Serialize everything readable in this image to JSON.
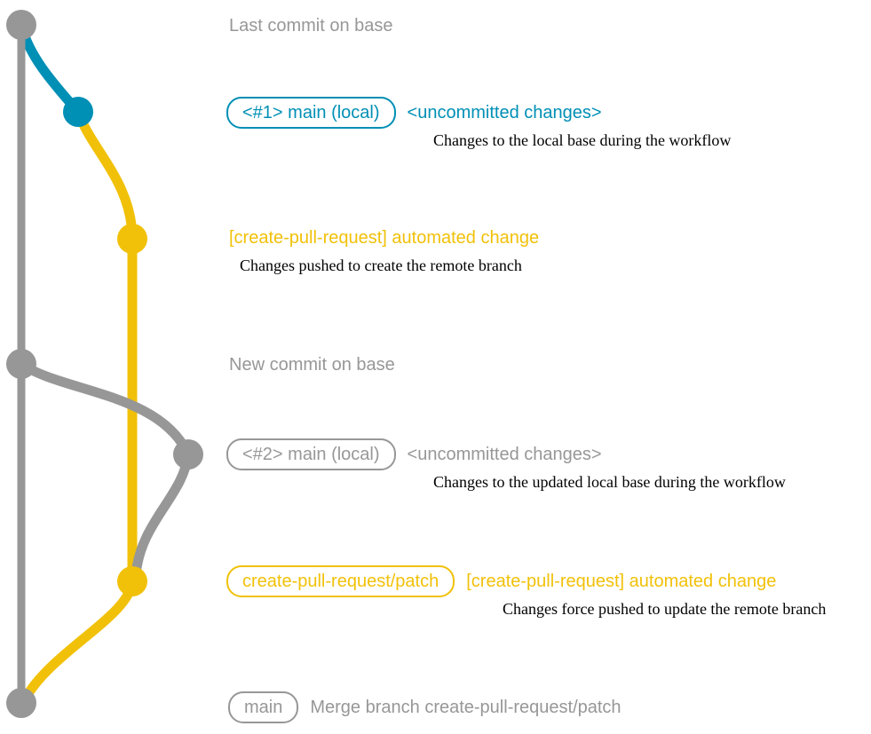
{
  "colors": {
    "gray": "#979797",
    "blue": "#008fb5",
    "yellow": "#f1c109",
    "caption": "#000000",
    "background": "#ffffff"
  },
  "graph": {
    "branches": [
      {
        "name": "base",
        "color": "gray"
      },
      {
        "name": "main (local) #1",
        "color": "blue"
      },
      {
        "name": "create-pull-request/patch",
        "color": "yellow"
      },
      {
        "name": "main (local) #2",
        "color": "gray"
      }
    ],
    "commits": [
      {
        "id": "last-commit-on-base",
        "color": "gray"
      },
      {
        "id": "uncommitted-changes-1",
        "color": "blue"
      },
      {
        "id": "automated-change-1",
        "color": "yellow"
      },
      {
        "id": "new-commit-on-base",
        "color": "gray"
      },
      {
        "id": "uncommitted-changes-2",
        "color": "gray"
      },
      {
        "id": "automated-change-2",
        "color": "yellow"
      },
      {
        "id": "merge-commit",
        "color": "gray"
      }
    ]
  },
  "rows": [
    {
      "label": "Last commit on base"
    },
    {
      "badge": "<#1> main (local)",
      "message": "<uncommitted changes>",
      "caption": "Changes to the local base during the workflow"
    },
    {
      "message": "[create-pull-request] automated change",
      "caption": "Changes pushed to create the remote branch"
    },
    {
      "label": "New commit on base"
    },
    {
      "badge": "<#2> main (local)",
      "message": "<uncommitted changes>",
      "caption": "Changes to the updated local base during the workflow"
    },
    {
      "badge": "create-pull-request/patch",
      "message": "[create-pull-request] automated change",
      "caption": "Changes force pushed to update the remote branch"
    },
    {
      "badge": "main",
      "message": "Merge branch create-pull-request/patch"
    }
  ]
}
